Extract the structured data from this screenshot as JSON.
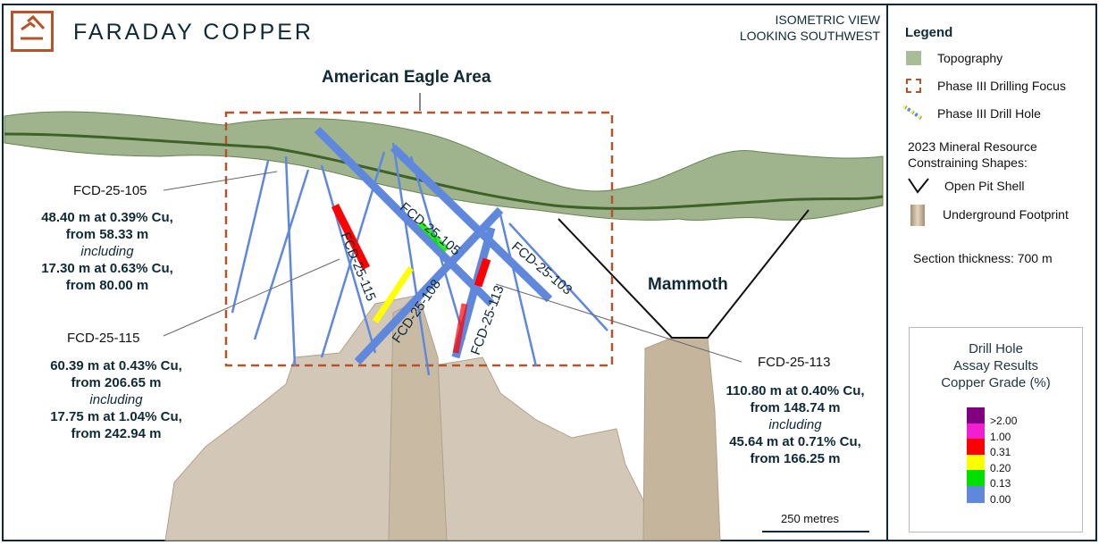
{
  "brand": {
    "name": "FARADAY COPPER"
  },
  "view": {
    "line1": "ISOMETRIC VIEW",
    "line2": "LOOKING SOUTHWEST"
  },
  "area_title": "American Eagle Area",
  "mammoth": "Mammoth",
  "scale": "250 metres",
  "holes": {
    "h105": "FCD-25-105",
    "h115": "FCD-25-115",
    "h108": "FCD-25-108",
    "h113": "FCD-25-113",
    "h103": "FCD-25-103"
  },
  "callouts": [
    {
      "hole": "FCD-25-105",
      "l1": "48.40 m at 0.39% Cu,",
      "l2": "from 58.33 m",
      "inc": "including",
      "l3": "17.30 m at 0.63% Cu,",
      "l4": "from 80.00 m"
    },
    {
      "hole": "FCD-25-115",
      "l1": "60.39 m at 0.43% Cu,",
      "l2": "from 206.65 m",
      "inc": "including",
      "l3": "17.75 m at 1.04% Cu,",
      "l4": "from 242.94 m"
    },
    {
      "hole": "FCD-25-113",
      "l1": "110.80 m at 0.40% Cu,",
      "l2": "from 148.74 m",
      "inc": "including",
      "l3": "45.64 m at 0.71% Cu,",
      "l4": "from 166.25 m"
    }
  ],
  "legend": {
    "title": "Legend",
    "topography": "Topography",
    "focus": "Phase III Drilling Focus",
    "drill": "Phase III Drill Hole",
    "resource1": "2023 Mineral Resource",
    "resource2": "Constraining Shapes:",
    "pit": "Open Pit Shell",
    "ug": "Underground Footprint",
    "thickness": "Section thickness: 700 m"
  },
  "grade": {
    "t1": "Drill Hole",
    "t2": "Assay Results",
    "t3": "Copper Grade (%)",
    "labels": [
      ">2.00",
      "1.00",
      "0.31",
      "0.20",
      "0.13",
      "0.00"
    ],
    "colors": [
      "#800080",
      "#f020d0",
      "#ff0000",
      "#ffff00",
      "#00e000",
      "#5f88dd"
    ]
  }
}
